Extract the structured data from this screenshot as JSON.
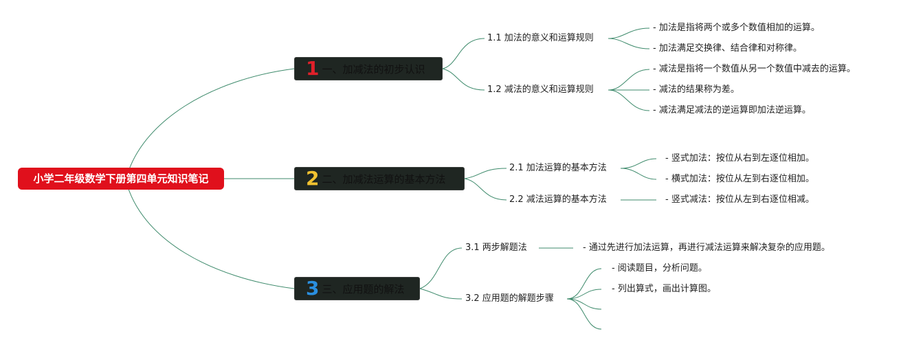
{
  "colors": {
    "root_bg": "#e0101c",
    "root_text": "#ffffff",
    "branch_bg": "#1f2622",
    "connector": "#3d8a6b",
    "number_1": "#e0202a",
    "number_2": "#f2c230",
    "number_3": "#2a8fe0"
  },
  "root": {
    "title": "小学二年级数学下册第四单元知识笔记"
  },
  "branches": [
    {
      "number": "1",
      "label": "一、加减法的初步认识",
      "subtopics": [
        {
          "label": "1.1 加法的意义和运算规则",
          "points": [
            "- 加法是指将两个或多个数值相加的运算。",
            "- 加法满足交换律、结合律和对称律。"
          ]
        },
        {
          "label": "1.2 减法的意义和运算规则",
          "points": [
            "- 减法是指将一个数值从另一个数值中减去的运算。",
            "- 减法的结果称为差。",
            "- 减法满足减法的逆运算即加法逆运算。"
          ]
        }
      ]
    },
    {
      "number": "2",
      "label": "二、加减法运算的基本方法",
      "subtopics": [
        {
          "label": "2.1 加法运算的基本方法",
          "points": [
            "- 竖式加法：按位从右到左逐位相加。",
            "- 横式加法：按位从左到右逐位相加。"
          ]
        },
        {
          "label": "2.2 减法运算的基本方法",
          "points": [
            "- 竖式减法：按位从左到右逐位相减。"
          ]
        }
      ]
    },
    {
      "number": "3",
      "label": "三、应用题的解法",
      "subtopics": [
        {
          "label": "3.1 两步解题法",
          "points": [
            "- 通过先进行加法运算，再进行减法运算来解决复杂的应用题。"
          ]
        },
        {
          "label": "3.2 应用题的解题步骤",
          "points": [
            "- 阅读题目，分析问题。",
            "- 列出算式，画出计算图。"
          ]
        }
      ]
    }
  ]
}
